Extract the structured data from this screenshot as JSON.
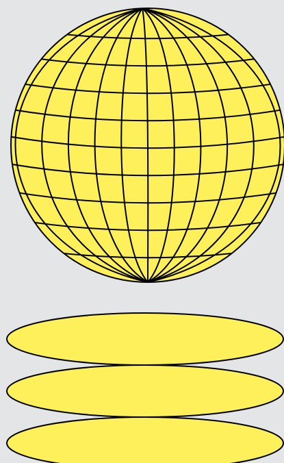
{
  "colors": {
    "background": "#e4e5e7",
    "fill": "#fdf05a",
    "stroke": "#000000"
  },
  "shapes": {
    "globe": {
      "meridians": 11,
      "parallels": 9
    },
    "discs": {
      "count": 3
    }
  }
}
